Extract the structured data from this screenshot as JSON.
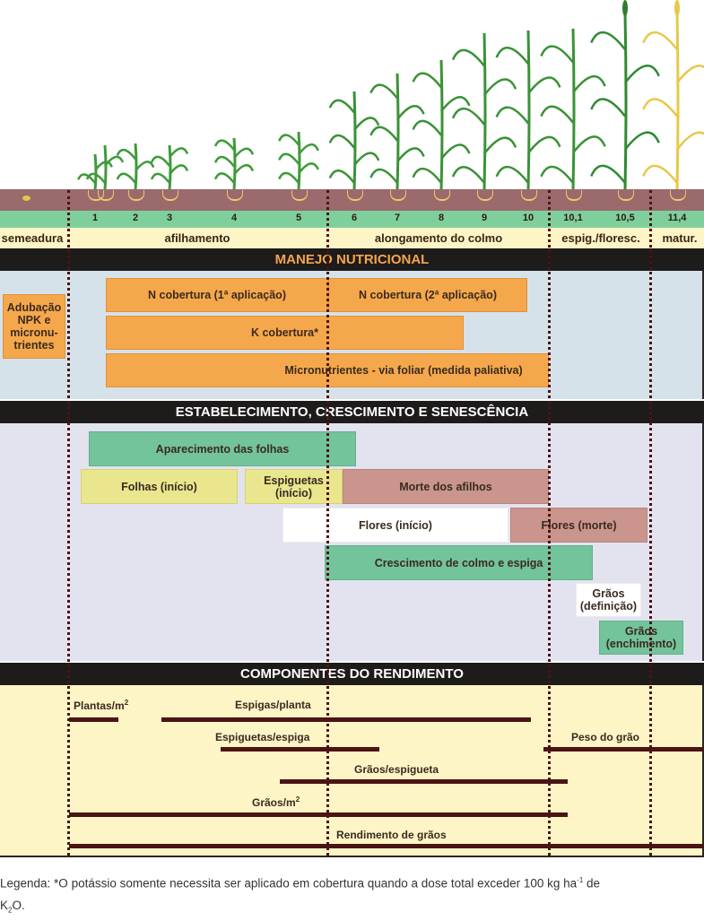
{
  "colors": {
    "soil": "#9b6a6d",
    "stage_row": "#7fcf9d",
    "phase_row": "#fdf5c5",
    "section_header_bg": "#1e1b1b",
    "nutrition_title": "#f3a64b",
    "nutrition_panel": "#d6e2ea",
    "growth_panel": "#e3e3f0",
    "yield_panel": "#fdf5c5",
    "bar": "#4a1414",
    "orange_box": "#f5a84b",
    "green_box": "#73c39b",
    "yellow_box": "#e9e68e",
    "pink_box": "#c9958c"
  },
  "stages": [
    "1",
    "2",
    "3",
    "4",
    "5",
    "6",
    "7",
    "8",
    "9",
    "10",
    "10,1",
    "10,5",
    "11,4"
  ],
  "phases": {
    "sowing": "semeadura",
    "tillering": "afilhamento",
    "stem_elongation": "alongamento do colmo",
    "heading": "espig./floresc.",
    "maturity": "matur."
  },
  "sections": {
    "nutrition": "MANEJO NUTRICIONAL",
    "growth": "ESTABELECIMENTO, CRESCIMENTO E SENESCÊNCIA",
    "yield": "COMPONENTES DO RENDIMENTO"
  },
  "nutrition": {
    "basal": [
      "Adubação",
      "NPK e",
      "micronu-",
      "trientes"
    ],
    "n_first": "N cobertura (1ª aplicação)",
    "n_second": "N cobertura (2ª aplicação)",
    "k_cover": "K cobertura*",
    "micronutrients": "Micronutrientes - via foliar (medida paliativa)"
  },
  "growth": {
    "leaf_appearance": "Aparecimento das folhas",
    "leaves_start": "Folhas (início)",
    "spikelets_start": [
      "Espiguetas",
      "(início)"
    ],
    "tiller_death": "Morte dos afilhos",
    "flowers_start": "Flores (início)",
    "flowers_death": "Flores (morte)",
    "stem_spike_growth": "Crescimento de colmo e espiga",
    "grain_definition": [
      "Grãos",
      "(definição)"
    ],
    "grain_filling": [
      "Grãos",
      "(enchimento)"
    ]
  },
  "yield": {
    "plants": "Plantas/m",
    "plants_sup": "2",
    "spikes_plant": "Espigas/planta",
    "spikelets_spike": "Espiguetas/espiga",
    "grain_weight": "Peso do grão",
    "grains_spikelet": "Grãos/espigueta",
    "grains_m2": "Grãos/m",
    "grains_m2_sup": "2",
    "grain_yield": "Rendimento de grãos"
  },
  "legend": {
    "prefix": "Legenda: *O potássio somente necessita ser aplicado em cobertura quando a dose total exceder 100 kg ha",
    "exp": "-1",
    "mid": " de",
    "k": "K",
    "k_sub": "2",
    "k_end": "O."
  }
}
